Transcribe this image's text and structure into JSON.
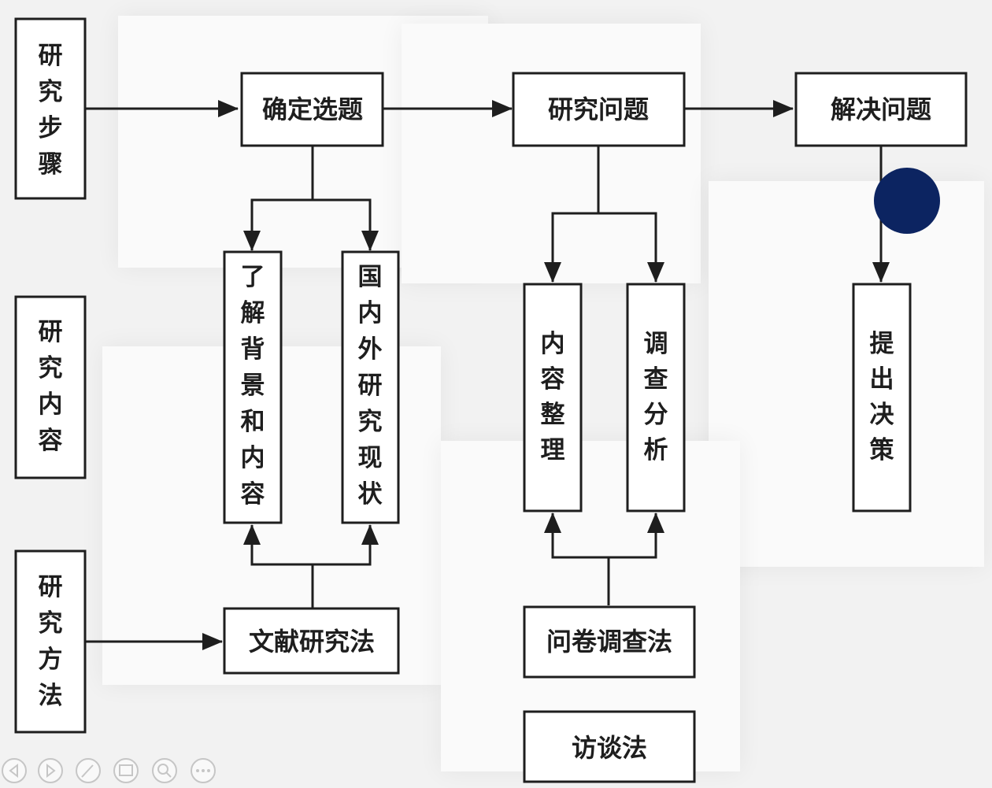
{
  "rows": {
    "steps": "研究步骤",
    "content": "研究内容",
    "methods": "研究方法"
  },
  "steps": {
    "topic": "确定选题",
    "research": "研究问题",
    "solve": "解决问题"
  },
  "content": {
    "background": "了解背景和内容",
    "status": "国内外研究现状",
    "organize": "内容整理",
    "survey": "调查分析",
    "decision": "提出决策"
  },
  "methods": {
    "literature": "文献研究法",
    "questionnaire": "问卷调查法",
    "interview": "访谈法"
  },
  "colors": {
    "pointer": "#0c2461",
    "line": "#1e1e1e"
  },
  "toolbar": {
    "icons": [
      "prev-icon",
      "next-icon",
      "pen-icon",
      "slides-icon",
      "zoom-icon",
      "more-icon"
    ]
  }
}
